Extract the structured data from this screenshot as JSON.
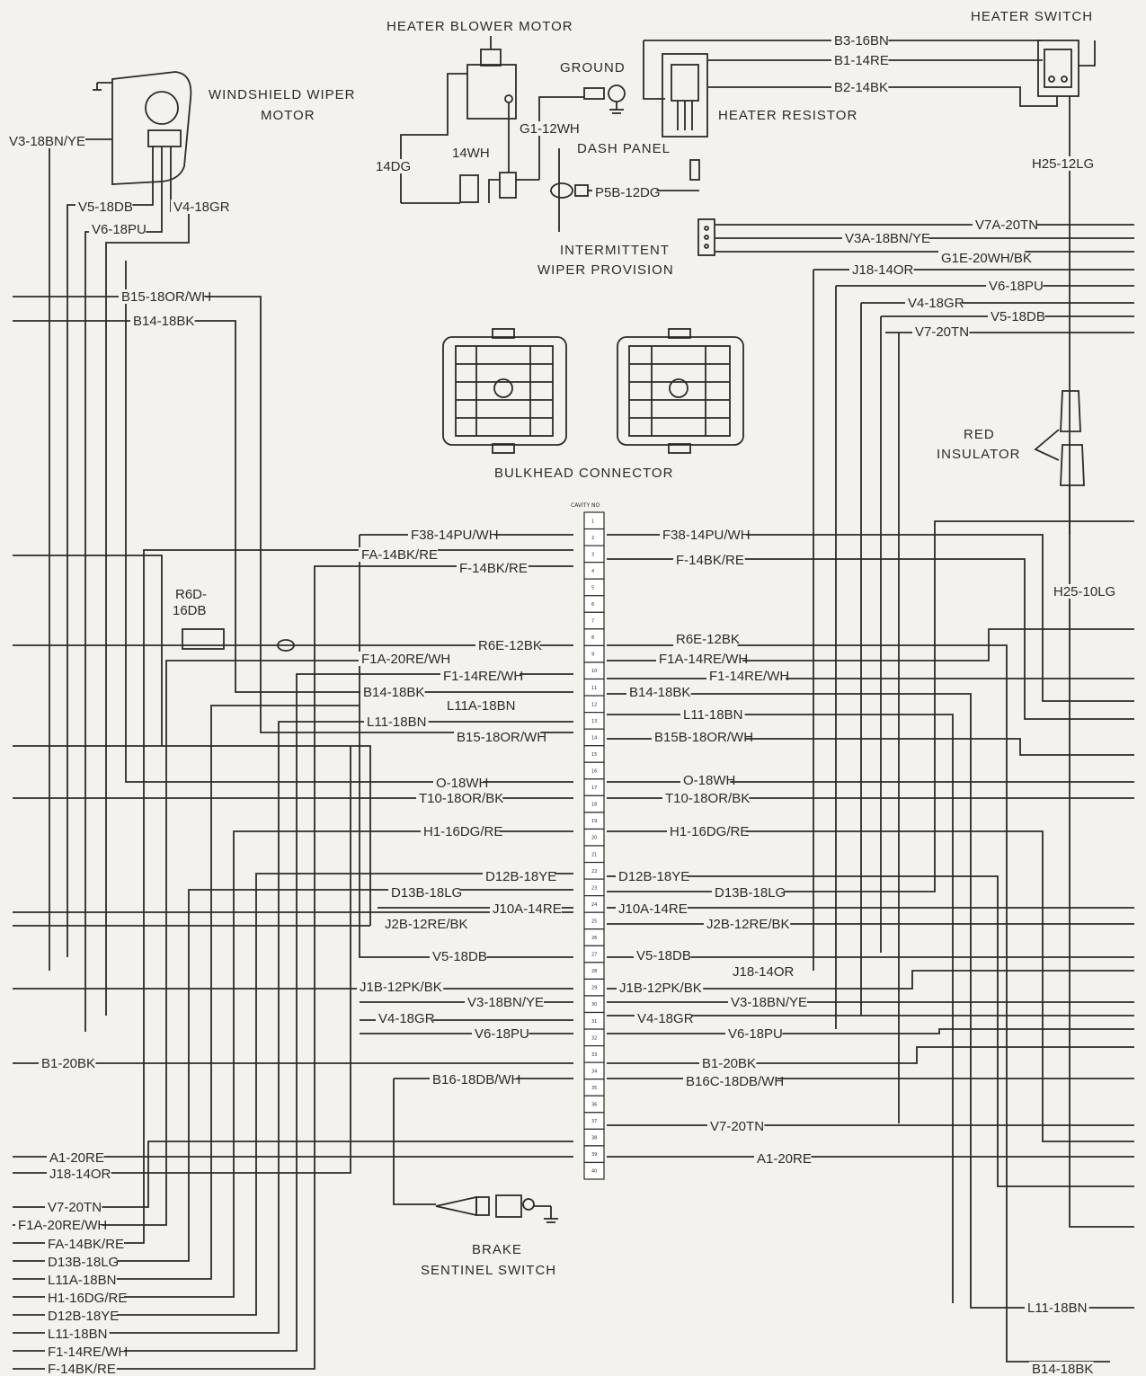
{
  "components": {
    "heater_blower_motor": "HEATER BLOWER MOTOR",
    "heater_switch": "HEATER SWITCH",
    "windshield_wiper_motor": [
      "WINDSHIELD WIPER",
      "MOTOR"
    ],
    "ground": "GROUND",
    "dash_panel": "DASH PANEL",
    "heater_resistor": "HEATER RESISTOR",
    "intermittent_wiper_provision": [
      "INTERMITTENT",
      "WIPER PROVISION"
    ],
    "bulkhead_connector": "BULKHEAD CONNECTOR",
    "red_insulator": [
      "RED",
      "INSULATOR"
    ],
    "brake_sentinel_switch": [
      "BRAKE",
      "SENTINEL SWITCH"
    ],
    "cavity_no": "CAVITY NO"
  },
  "cavity_numbers": [
    "1",
    "2",
    "3",
    "4",
    "5",
    "6",
    "7",
    "8",
    "9",
    "10",
    "11",
    "12",
    "13",
    "14",
    "15",
    "16",
    "17",
    "18",
    "19",
    "20",
    "21",
    "22",
    "23",
    "24",
    "25",
    "26",
    "27",
    "28",
    "29",
    "30",
    "31",
    "32",
    "33",
    "34",
    "35",
    "36",
    "37",
    "38",
    "39",
    "40"
  ],
  "wire_labels": {
    "top": [
      "B3-16BN",
      "B1-14RE",
      "B2-14BK",
      "G1-12WH",
      "14DG",
      "14WH",
      "P5B-12DG",
      "H25-12LG",
      "V7A-20TN",
      "V3A-18BN/YE",
      "G1E-20WH/BK",
      "J18-14OR",
      "V6-18PU",
      "V4-18GR",
      "V5-18DB",
      "V7-20TN"
    ],
    "wiper": [
      "V3-18BN/YE",
      "V5-18DB",
      "V4-18GR",
      "V6-18PU",
      "B15-18OR/WH",
      "B14-18BK"
    ],
    "misc": [
      "R6D-",
      "16DB",
      "H25-10LG"
    ],
    "bulkhead_left": [
      "F38-14PU/WH",
      "FA-14BK/RE",
      "F-14BK/RE",
      "R6E-12BK",
      "F1A-20RE/WH",
      "F1-14RE/WH",
      "B14-18BK",
      "L11A-18BN",
      "L11-18BN",
      "B15-18OR/WH",
      "O-18WH",
      "T10-18OR/BK",
      "H1-16DG/RE",
      "D12B-18YE",
      "D13B-18LG",
      "J10A-14RE",
      "J2B-12RE/BK",
      "V5-18DB",
      "J1B-12PK/BK",
      "V3-18BN/YE",
      "V4-18GR",
      "V6-18PU",
      "B16-18DB/WH"
    ],
    "bulkhead_right": [
      "F38-14PU/WH",
      "F-14BK/RE",
      "R6E-12BK",
      "F1A-14RE/WH",
      "F1-14RE/WH",
      "B14-18BK",
      "L11-18BN",
      "B15B-18OR/WH",
      "O-18WH",
      "T10-18OR/BK",
      "H1-16DG/RE",
      "D12B-18YE",
      "D13B-18LG",
      "J10A-14RE",
      "J2B-12RE/BK",
      "V5-18DB",
      "J18-14OR",
      "J1B-12PK/BK",
      "V3-18BN/YE",
      "V4-18GR",
      "V6-18PU",
      "B1-20BK",
      "B16C-18DB/WH",
      "V7-20TN",
      "A1-20RE"
    ],
    "left_edge": [
      "B1-20BK",
      "A1-20RE",
      "J18-14OR",
      "V7-20TN",
      "F1A-20RE/WH",
      "FA-14BK/RE",
      "D13B-18LG",
      "L11A-18BN",
      "H1-16DG/RE",
      "D12B-18YE",
      "L11-18BN",
      "F1-14RE/WH",
      "F-14BK/RE"
    ],
    "right_edge": [
      "L11-18BN",
      "B14-18BK"
    ]
  }
}
